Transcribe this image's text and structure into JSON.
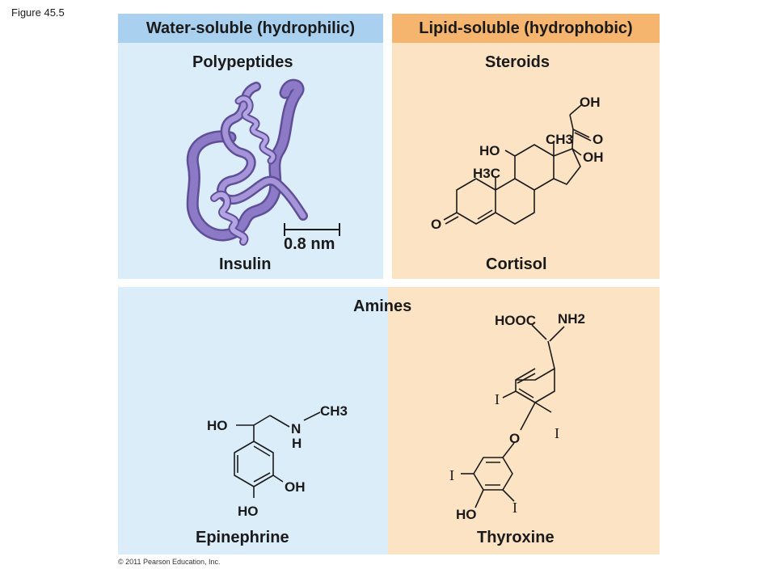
{
  "figure_label": "Figure 45.5",
  "headers": {
    "water": "Water-soluble (hydrophilic)",
    "lipid": "Lipid-soluble (hydrophobic)"
  },
  "polypeptides": {
    "title": "Polypeptides",
    "example": "Insulin",
    "scale": "0.8 nm"
  },
  "steroids": {
    "title": "Steroids",
    "example": "Cortisol",
    "atoms": {
      "oh_top": "OH",
      "ch3": "CH3",
      "o_ketone": "O",
      "oh_right": "OH",
      "ho": "HO",
      "h3c": "H3C",
      "o_left": "O"
    }
  },
  "amines": {
    "title": "Amines",
    "epinephrine": {
      "name": "Epinephrine",
      "atoms": {
        "ch3": "CH3",
        "ho_side": "HO",
        "n": "N",
        "h": "H",
        "oh": "OH",
        "ho_bottom": "HO"
      }
    },
    "thyroxine": {
      "name": "Thyroxine",
      "atoms": {
        "hooc": "HOOC",
        "nh2": "NH2",
        "i1": "I",
        "o": "O",
        "i2": "I",
        "i3": "I",
        "ho": "HO",
        "i4": "I"
      }
    }
  },
  "copyright": "© 2011 Pearson Education, Inc.",
  "colors": {
    "water_panel": "#dcedfa",
    "water_header": "#a9d0ef",
    "lipid_panel": "#fce3c4",
    "lipid_header": "#f6b56e",
    "protein": "#8d7ac6"
  }
}
